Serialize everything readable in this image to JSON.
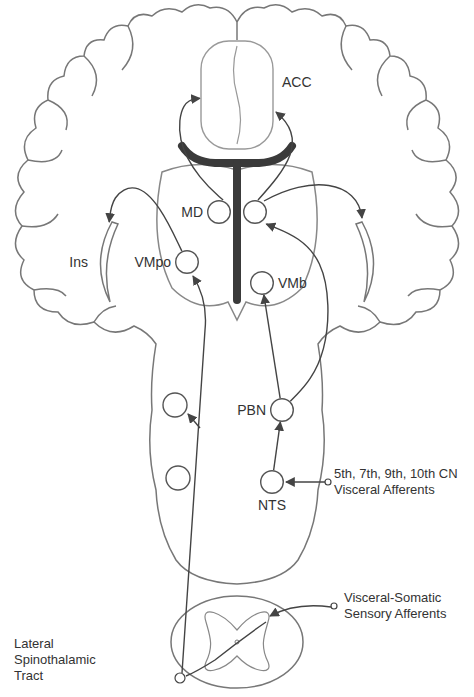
{
  "diagram": {
    "nodes": [
      {
        "text": [
          "ACC"
        ]
      },
      {
        "text": [
          "Ins"
        ]
      },
      {
        "text": [
          "MD"
        ]
      },
      {
        "text": [
          "VMpo"
        ]
      },
      {
        "text": [
          "VMb"
        ]
      },
      {
        "text": [
          "PBN"
        ]
      },
      {
        "text": [
          "NTS"
        ]
      }
    ],
    "edges": [
      {
        "from": 2,
        "to": 0,
        "arrow": "to"
      },
      {
        "from": 3,
        "to": 1,
        "arrow": "to"
      },
      {
        "from": 6,
        "to": 5,
        "arrow": "to"
      },
      {
        "from": 5,
        "to": 4,
        "arrow": "to"
      },
      {
        "from": 5,
        "to": 2,
        "arrow": "to"
      }
    ],
    "labels": [
      "5th, 7th, 9th, 10th CN Visceral Afferents",
      "Visceral-Somatic Sensory Afferents",
      "Lateral Spinothalamic Tract"
    ]
  }
}
